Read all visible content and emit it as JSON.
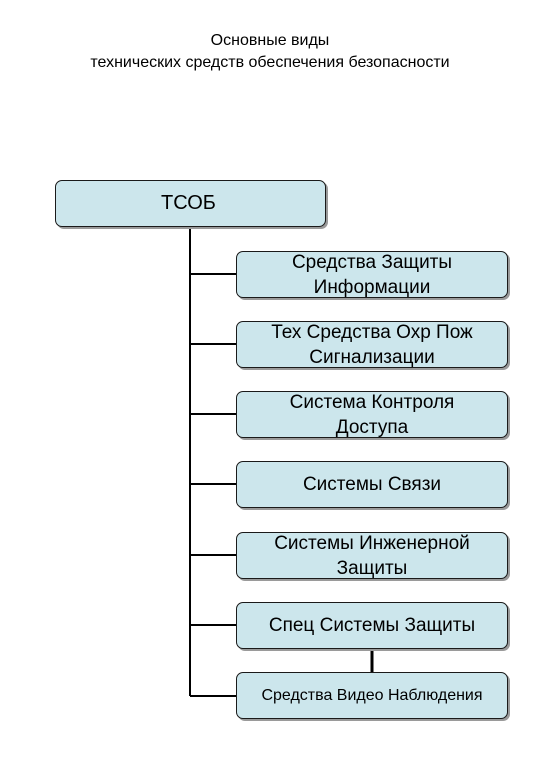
{
  "title_lines": [
    "Основные виды",
    "технических средств обеспечения безопасности"
  ],
  "root": "ТСОБ",
  "children": [
    "Средства Защиты\nИнформации",
    "Тех Средства Охр Пож\nСигнализации",
    "Система Контроля\nДоступа",
    "Системы Связи",
    "Системы Инженерной\nЗащиты",
    "Спец Системы Защиты",
    "Средства Видео Наблюдения"
  ]
}
